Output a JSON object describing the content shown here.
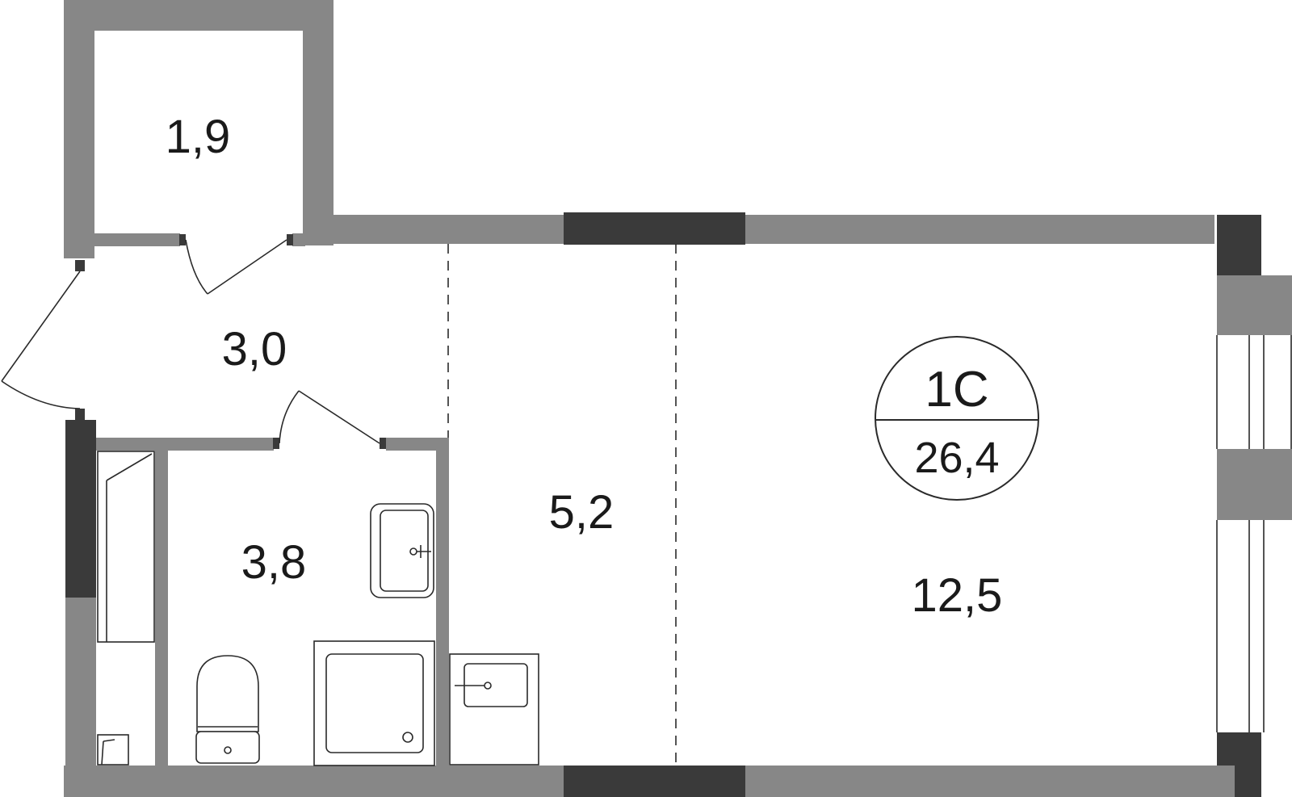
{
  "apartment": {
    "type": "1С",
    "total_area": "26,4"
  },
  "rooms": [
    {
      "id": "storage",
      "area": "1,9"
    },
    {
      "id": "hallway",
      "area": "3,0"
    },
    {
      "id": "bathroom",
      "area": "3,8"
    },
    {
      "id": "kitchen",
      "area": "5,2"
    },
    {
      "id": "living",
      "area": "12,5"
    }
  ],
  "colors": {
    "wall": "#878787",
    "wall_dark": "#3a3a3a",
    "line": "#2a2a2a",
    "background": "#ffffff"
  }
}
